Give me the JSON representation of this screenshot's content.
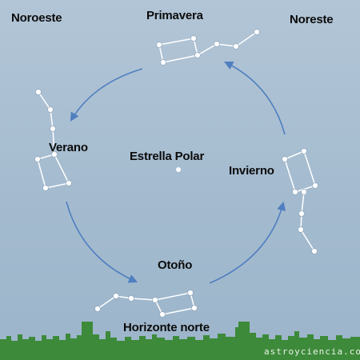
{
  "labels": {
    "northwest": "Noroeste",
    "northeast": "Noreste",
    "spring": "Primavera",
    "summer": "Verano",
    "pole_star": "Estrella Polar",
    "winter": "Invierno",
    "autumn": "Otoño",
    "horizon": "Horizonte norte"
  },
  "watermark": "astroyciencia.com",
  "colors": {
    "sky": "#a8bed2",
    "arrow": "#4f7fc0",
    "star": "#ffffff",
    "horizon_green": "#3f8a3c"
  }
}
